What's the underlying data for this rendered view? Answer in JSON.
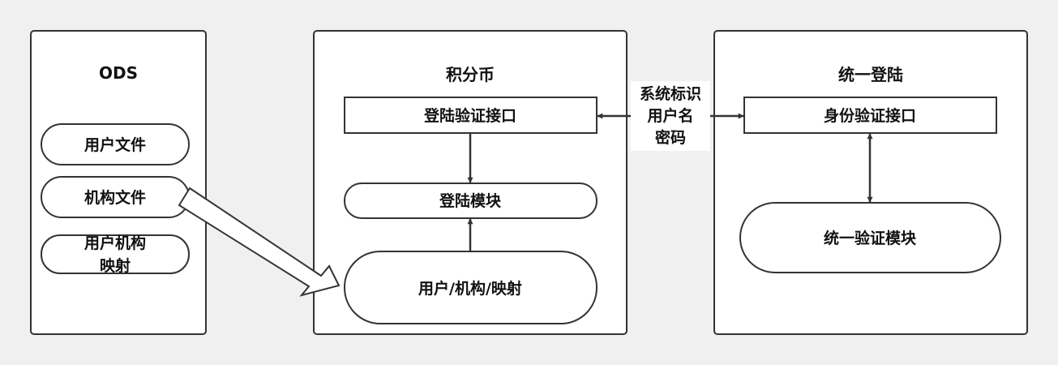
{
  "panels": {
    "ods": {
      "title": "ODS",
      "items": [
        "用户文件",
        "机构文件"
      ],
      "mapping_line1": "用户机构",
      "mapping_line2": "映射"
    },
    "points": {
      "title": "积分币",
      "login_api": "登陆验证接口",
      "login_module": "登陆模块",
      "user_org_map": "用户/机构/映射"
    },
    "sso": {
      "title": "统一登陆",
      "identity_api": "身份验证接口",
      "auth_module": "统一验证模块"
    }
  },
  "edge_label": [
    "系统标识",
    "用户名",
    "密码"
  ],
  "colors": {
    "background": "#f0f0f0",
    "stroke": "#333333",
    "fill": "#ffffff"
  }
}
